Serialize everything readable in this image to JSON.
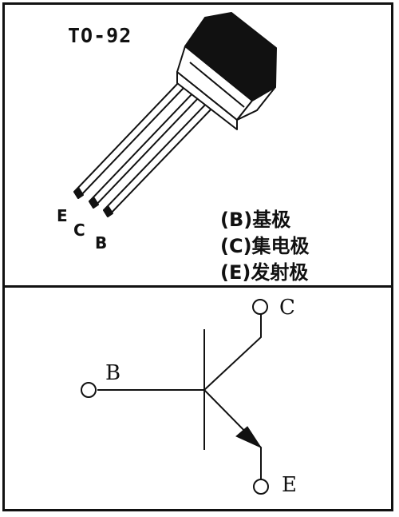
{
  "package": {
    "name": "TO-92",
    "pins": {
      "e": "E",
      "c": "C",
      "b": "B"
    }
  },
  "legend": {
    "rows": [
      "(B)基极",
      "(C)集电极",
      "(E)发射极"
    ]
  },
  "symbol": {
    "type": "NPN transistor",
    "terminals": {
      "b": "B",
      "c": "C",
      "e": "E"
    }
  },
  "colors": {
    "ink": "#111111",
    "background": "#ffffff"
  }
}
